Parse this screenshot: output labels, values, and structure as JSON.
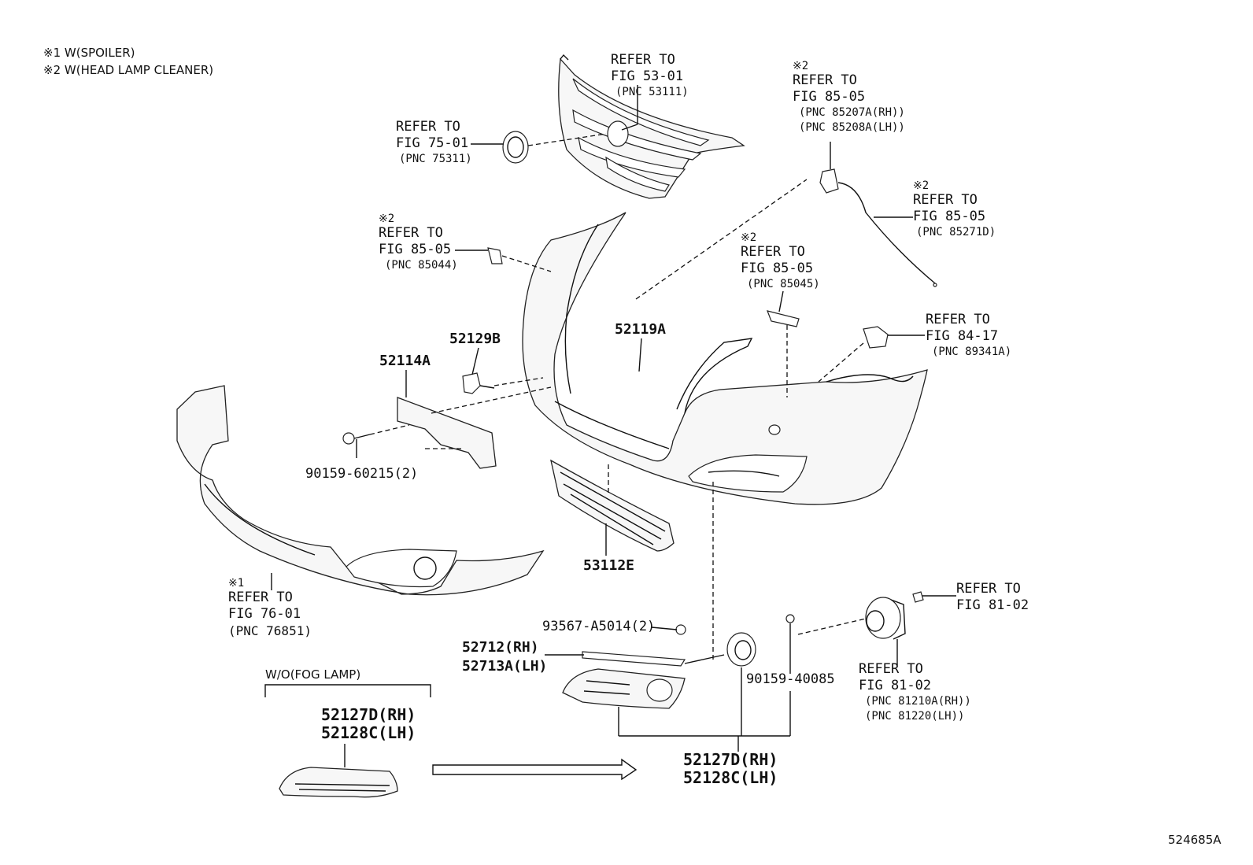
{
  "notes": {
    "note1": "※1 W(SPOILER)",
    "note2": "※2 W(HEAD LAMP CLEANER)"
  },
  "refs": {
    "grille": {
      "l1": "REFER TO",
      "l2": "FIG 53-01",
      "l3": "(PNC 53111)"
    },
    "emblem": {
      "l1": "REFER TO",
      "l2": "FIG 75-01",
      "l3": "(PNC 75311)"
    },
    "cleaner_nozzle": {
      "mark": "※2",
      "l1": "REFER TO",
      "l2": "FIG 85-05",
      "l3": "(PNC 85207A(RH))",
      "l4": "(PNC 85208A(LH))"
    },
    "cleaner_hose": {
      "mark": "※2",
      "l1": "REFER TO",
      "l2": "FIG 85-05",
      "l3": "(PNC 85271D)"
    },
    "cap_left": {
      "mark": "※2",
      "l1": "REFER TO",
      "l2": "FIG 85-05",
      "l3": "(PNC 85044)"
    },
    "cap_right": {
      "mark": "※2",
      "l1": "REFER TO",
      "l2": "FIG 85-05",
      "l3": "(PNC 85045)"
    },
    "sensor": {
      "l1": "REFER TO",
      "l2": "FIG 84-17",
      "l3": "(PNC 89341A)"
    },
    "spoiler": {
      "mark": "※1",
      "l1": "REFER TO",
      "l2": "FIG 76-01",
      "l3": "(PNC 76851)"
    },
    "foglamp_bulb": {
      "l1": "REFER TO",
      "l2": "FIG 81-02"
    },
    "foglamp": {
      "l1": "REFER TO",
      "l2": "FIG 81-02",
      "l3": "(PNC 81210A(RH))",
      "l4": "(PNC 81220(LH))"
    }
  },
  "parts": {
    "p52119A": "52119A",
    "p52129B": "52129B",
    "p52114A": "52114A",
    "p9015960215": "90159-60215(2)",
    "p53112E": "53112E",
    "p93567": "93567-A5014(2)",
    "p52712": "52712(RH)",
    "p52713A": "52713A(LH)",
    "p9015940085": "90159-40085",
    "p52127D_a": "52127D(RH)",
    "p52128C_a": "52128C(LH)",
    "p52127D_b": "52127D(RH)",
    "p52128C_b": "52128C(LH)"
  },
  "wo_fog": "W/O(FOG LAMP)",
  "figure_id": "524685A"
}
